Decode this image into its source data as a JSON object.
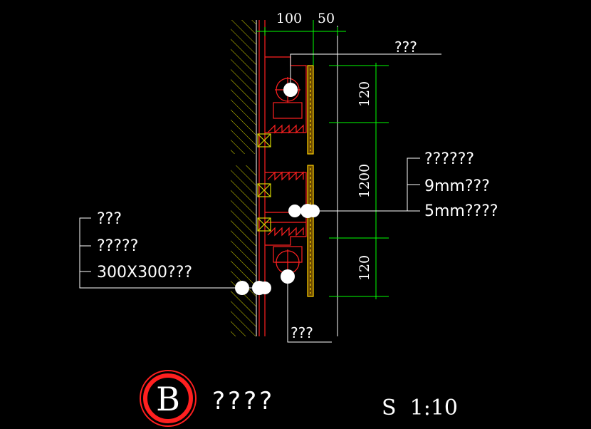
{
  "colors": {
    "background": "#000000",
    "dimension": "#00ff00",
    "hatch": "#d4d400",
    "structure": "#ff2020",
    "panel": "#ffd000",
    "text": "#ffffff",
    "leader": "#ffffff"
  },
  "dimensions": {
    "top_left": "100",
    "top_right": "50",
    "vertical": [
      "120",
      "1200",
      "120"
    ]
  },
  "callouts": {
    "top": "???",
    "right": [
      "??????",
      "9mm???",
      "5mm????"
    ],
    "left": [
      "???",
      "?????",
      "300X300???"
    ],
    "bottom": "???"
  },
  "title_block": {
    "detail_letter": "B",
    "detail_title": "????",
    "scale": "S  1:10"
  }
}
